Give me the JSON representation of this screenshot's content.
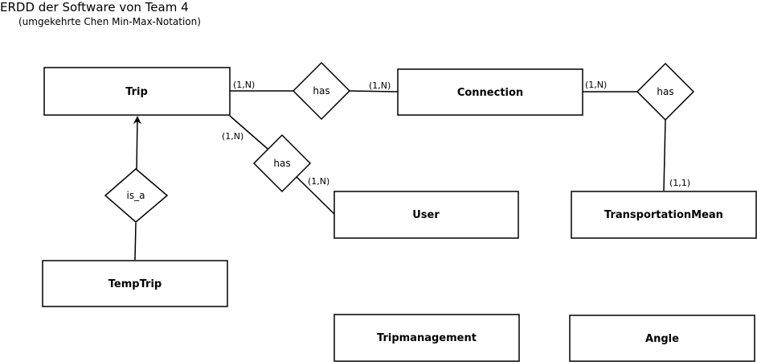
{
  "diagram": {
    "title": "ERDD der Software von Team 4",
    "subtitle": "(umgekehrte Chen Min-Max-Notation)",
    "entities": {
      "trip": "Trip",
      "connection": "Connection",
      "user": "User",
      "transportation_mean": "TransportationMean",
      "temp_trip": "TempTrip",
      "tripmanagement": "Tripmanagement",
      "angle": "Angle"
    },
    "relationships": {
      "trip_connection": "has",
      "connection_transportation": "has",
      "trip_user": "has",
      "is_a": "is_a"
    },
    "cardinalities": {
      "trip_to_has1": "(1,N)",
      "has1_to_connection": "(1,N)",
      "connection_to_has2": "(1,N)",
      "has2_to_transportation": "(1,1)",
      "trip_to_has3": "(1,N)",
      "has3_to_user": "(1,N)"
    },
    "colors": {
      "line": "#000000",
      "fill": "#ffffff"
    }
  }
}
